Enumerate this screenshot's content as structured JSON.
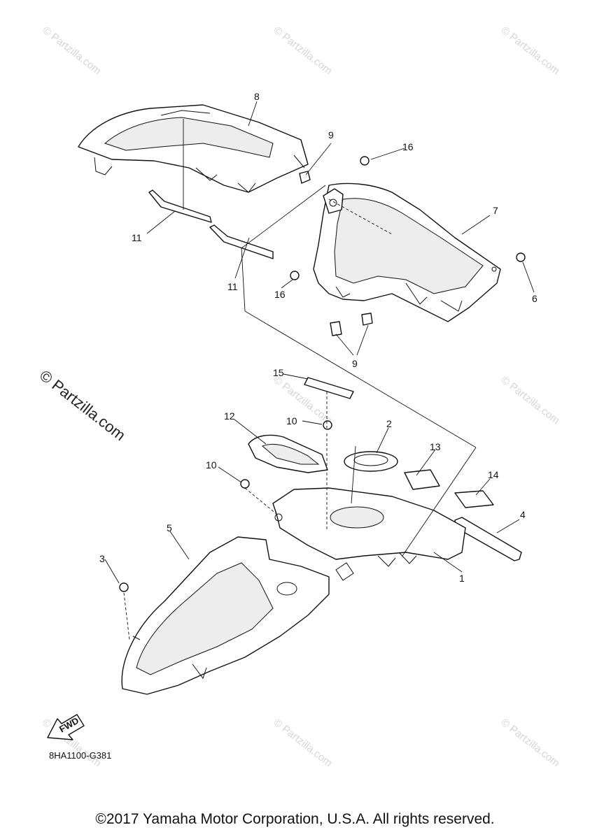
{
  "diagram": {
    "callouts": [
      {
        "id": "c1",
        "text": "1"
      },
      {
        "id": "c2",
        "text": "2"
      },
      {
        "id": "c3",
        "text": "3"
      },
      {
        "id": "c4",
        "text": "4"
      },
      {
        "id": "c5",
        "text": "5"
      },
      {
        "id": "c6",
        "text": "6"
      },
      {
        "id": "c7",
        "text": "7"
      },
      {
        "id": "c8",
        "text": "8"
      },
      {
        "id": "c9a",
        "text": "9"
      },
      {
        "id": "c9b",
        "text": "9"
      },
      {
        "id": "c10a",
        "text": "10"
      },
      {
        "id": "c10b",
        "text": "10"
      },
      {
        "id": "c11a",
        "text": "11"
      },
      {
        "id": "c11b",
        "text": "11"
      },
      {
        "id": "c12",
        "text": "12"
      },
      {
        "id": "c13",
        "text": "13"
      },
      {
        "id": "c14",
        "text": "14"
      },
      {
        "id": "c15",
        "text": "15"
      },
      {
        "id": "c16a",
        "text": "16"
      },
      {
        "id": "c16b",
        "text": "16"
      }
    ],
    "fwd_label": "FWD",
    "diagram_code": "8HA1100-G381",
    "watermark": "© Partzilla.com",
    "copyright": "©2017 Yamaha Motor Corporation, U.S.A. All rights reserved."
  }
}
